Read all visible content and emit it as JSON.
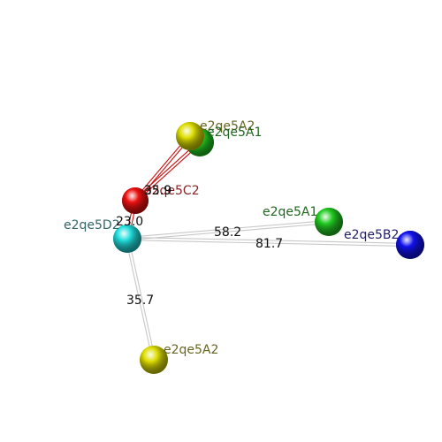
{
  "colors": {
    "background": "#ffffff",
    "bond_grey": "#c8c8c8",
    "bond_red": "#cc1111",
    "distance_label": "#111111"
  },
  "atoms": [
    {
      "id": "D2",
      "label": "e2qe5D2",
      "color": "#22dddd",
      "label_color": "#336666"
    },
    {
      "id": "C2",
      "label": "e2qe5C2",
      "color": "#ee1111",
      "label_color": "#882222"
    },
    {
      "id": "A2t",
      "label": "e2qe5A2",
      "color": "#dddd00",
      "label_color": "#666622"
    },
    {
      "id": "A1t",
      "label": "e2qe5A1",
      "color": "#22cc22",
      "label_color": "#226622"
    },
    {
      "id": "A1",
      "label": "e2qe5A1",
      "color": "#22cc22",
      "label_color": "#226622"
    },
    {
      "id": "B2",
      "label": "e2qe5B2",
      "color": "#1111ee",
      "label_color": "#222266"
    },
    {
      "id": "A2b",
      "label": "e2qe5A2",
      "color": "#dddd00",
      "label_color": "#666622"
    }
  ],
  "bonds": [
    {
      "from": "D2",
      "to": "A1",
      "distance": "58.2",
      "color": "grey"
    },
    {
      "from": "D2",
      "to": "B2",
      "distance": "81.7",
      "color": "grey"
    },
    {
      "from": "D2",
      "to": "A2b",
      "distance": "35.7",
      "color": "grey"
    },
    {
      "from": "D2",
      "to": "C2",
      "distance": "23.0",
      "color": "red"
    },
    {
      "from": "C2",
      "to": "A2t",
      "distance": "35.9",
      "color": "red"
    },
    {
      "from": "C2",
      "to": "A1t",
      "distance": "35.9",
      "color": "red"
    }
  ]
}
